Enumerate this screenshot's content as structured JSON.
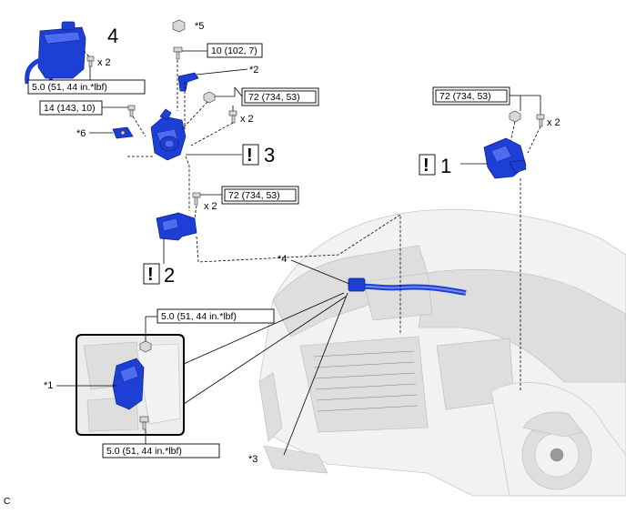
{
  "parts": {
    "p4": "4",
    "p3": "3",
    "p2": "2",
    "p1": "1",
    "caution": "!"
  },
  "callouts": {
    "c1": "*1",
    "c2": "*2",
    "c3": "*3",
    "c4": "*4",
    "c5": "*5",
    "c6": "*6"
  },
  "torque": {
    "t_5_0": "5.0 (51, 44 in.*lbf)",
    "t_10": "10 (102, 7)",
    "t_14": "14 (143, 10)",
    "t_72": "72 (734, 53)"
  },
  "qty": {
    "x2": "x 2"
  },
  "corner_letter": "C"
}
